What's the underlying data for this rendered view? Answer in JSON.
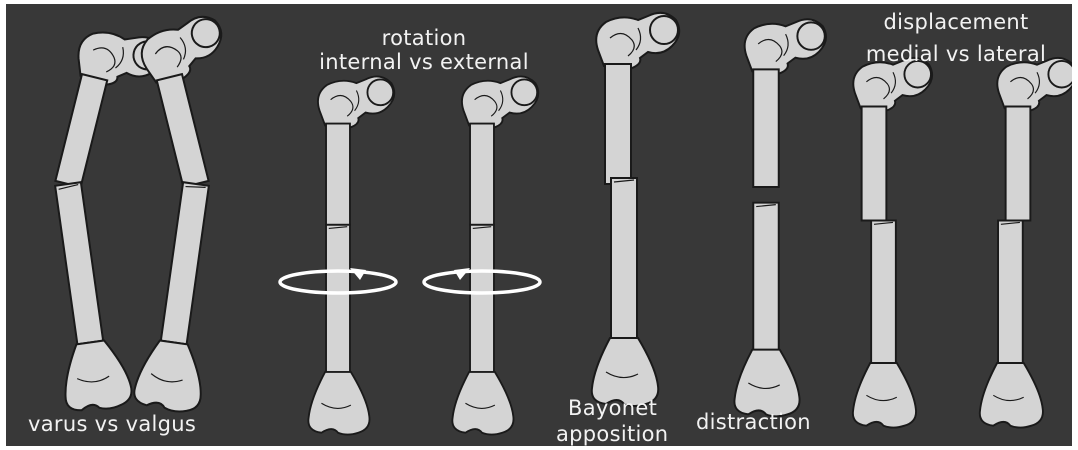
{
  "colors": {
    "background": "#383838",
    "bone_fill": "#d4d4d4",
    "bone_outline": "#1a1a1a",
    "text": "#f2f2f2",
    "rotation_arrow": "#ffffff"
  },
  "labels": {
    "varus_valgus": "varus vs valgus",
    "rotation_title": "rotation",
    "rotation_sub": "internal vs external",
    "bayonet_line1": "Bayonet",
    "bayonet_line2": "apposition",
    "distraction": "distraction",
    "displacement_title": "displacement",
    "displacement_sub": "medial vs lateral"
  },
  "figures": [
    {
      "name": "varus-femur",
      "deformity": "varus"
    },
    {
      "name": "valgus-femur",
      "deformity": "valgus"
    },
    {
      "name": "internal-rotation-femur",
      "deformity": "internal rotation"
    },
    {
      "name": "external-rotation-femur",
      "deformity": "external rotation"
    },
    {
      "name": "bayonet-apposition-femur",
      "deformity": "bayonet apposition"
    },
    {
      "name": "distraction-femur",
      "deformity": "distraction"
    },
    {
      "name": "medial-displacement-femur",
      "deformity": "medial displacement"
    },
    {
      "name": "lateral-displacement-femur",
      "deformity": "lateral displacement"
    }
  ]
}
